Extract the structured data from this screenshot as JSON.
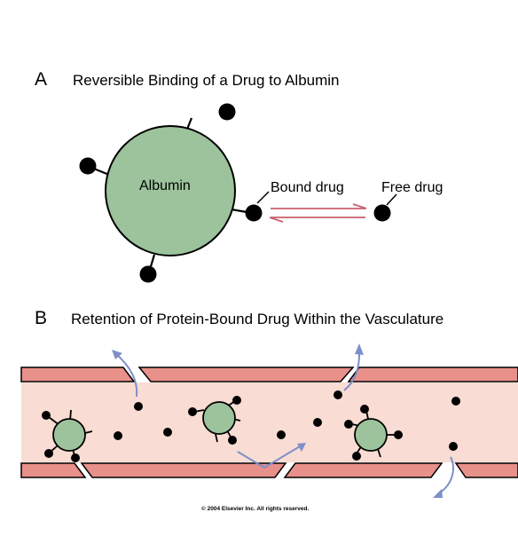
{
  "panel_a": {
    "letter": "A",
    "title": "Reversible Binding of a Drug to Albumin",
    "albumin_label": "Albumin",
    "bound_label": "Bound drug",
    "free_label": "Free drug"
  },
  "panel_b": {
    "letter": "B",
    "title": "Retention of Protein-Bound Drug Within the Vasculature"
  },
  "footer": {
    "copyright": "© 2004 Elsevier Inc. All rights reserved."
  },
  "colors": {
    "albumin_fill": "#9cc39c",
    "vessel_wall": "#e8908a",
    "vessel_lumen": "#f9dcd3",
    "arrow": "#7d8fc9",
    "equilibrium_arrow": "#c9606e",
    "drug": "#000000"
  }
}
